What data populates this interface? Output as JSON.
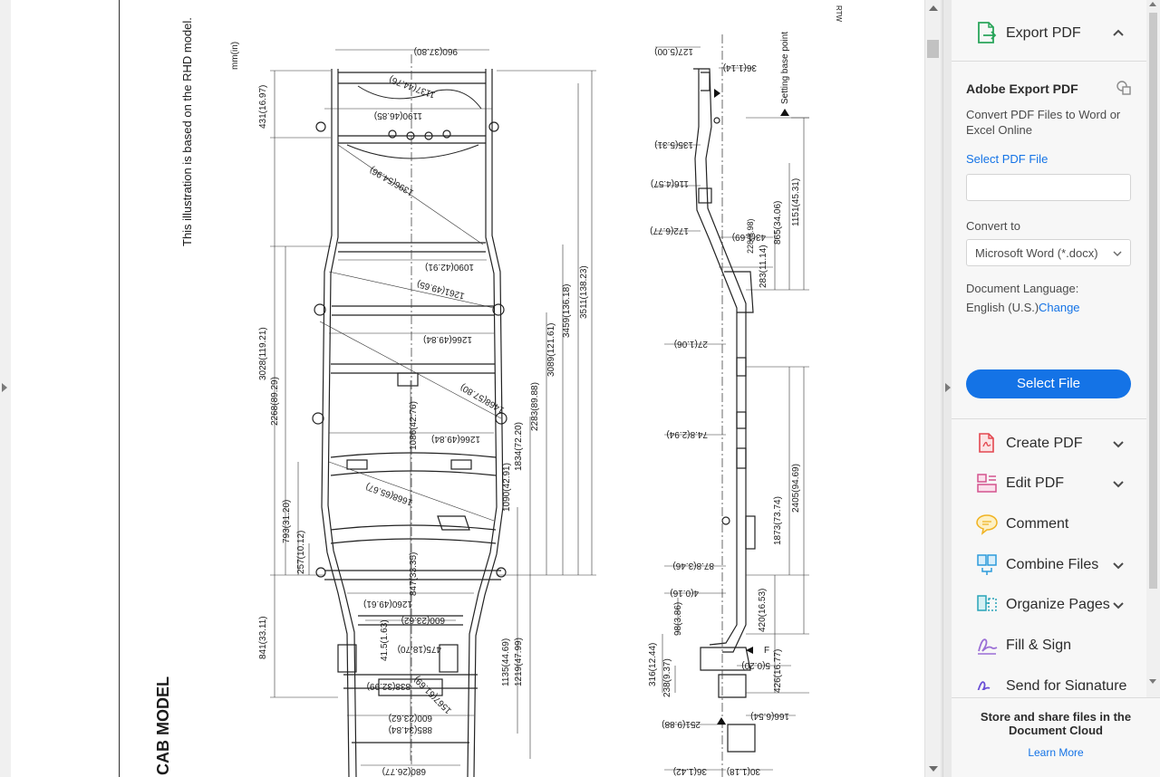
{
  "document": {
    "rtw_mark": "RTW",
    "note": "This illustration is based on the RHD model.",
    "units": "mm(in)",
    "title": "CAB MODEL",
    "setting_base_point": "Setting base point",
    "plan_labels": {
      "top_width": "960(37.80)",
      "d1137": "1137(44.76)",
      "d1190": "1190(46.85)",
      "d1396": "1396(54.96)",
      "d1090": "1090(42.91)",
      "d1261": "1261(49.65)",
      "d1266a": "1266(49.84)",
      "d1468": "1468(57.80)",
      "d1266b": "1266(49.84)",
      "d1668": "1668(65.67)",
      "d1260": "1260(49.61)",
      "d600a": "600(23.62)",
      "d41_5": "41.5(1.63)",
      "d475": "475(18.70)",
      "d838": "838(32.99)",
      "d1567": "1567(61.69)",
      "d600b": "600(23.62)",
      "d885": "885(34.84)",
      "d680": "680(26.77)",
      "v431": "431(16.97)",
      "v3028": "3028(119.21)",
      "v2268": "2268(89.29)",
      "v793": "793(31.20)",
      "v257": "257(10.12)",
      "v841": "841(33.11)",
      "v1086": "1086(42.76)",
      "v847": "847(33.35)",
      "v1090": "1090(42.91)",
      "v1834": "1834(72.20)",
      "v2283": "2283(89.88)",
      "v3089": "3089(121.61)",
      "v3459": "3459(136.18)",
      "v3511": "3511(138.23)",
      "v1135": "1135(44.69)",
      "v1219": "1219(47.99)"
    },
    "side_labels": {
      "h127": "127(5.00)",
      "h36": "36(1.14)",
      "h135": "135(5.31)",
      "h116": "116(4.57)",
      "h172": "172(6.77)",
      "h43": "43(1.69)",
      "h228": "228(8.98)",
      "h27": "27(1.06)",
      "h74": "74.8(2.94)",
      "h87": "87.8(3.46)",
      "h4": "4(0.16)",
      "h5": "5(0.20)",
      "h166": "166(6.54)",
      "h251": "251(9.88)",
      "h36b": "36(1.42)",
      "h30": "30(1.18)",
      "v1151": "1151(45.31)",
      "v865": "865(34.06)",
      "v283": "283(11.14)",
      "v2405": "2405(94.69)",
      "v1873": "1873(73.74)",
      "v420": "420(16.53)",
      "v426": "426(16.77)",
      "v98": "98(3.86)",
      "v316": "316(12.44)",
      "v238": "238(9.37)",
      "f_label": "F"
    }
  },
  "panel": {
    "export_header": "Export PDF",
    "adobe_export_title": "Adobe Export PDF",
    "convert_desc": "Convert PDF Files to Word or Excel Online",
    "select_pdf_link": "Select PDF File",
    "convert_to_label": "Convert to",
    "format_value": "Microsoft Word (*.docx)",
    "doc_lang_label": "Document Language:",
    "doc_lang_value": "English (U.S.)",
    "change_link": "Change",
    "select_file_button": "Select File",
    "tools": [
      {
        "label": "Create PDF",
        "icon": "create-pdf-icon",
        "color": "#e34850"
      },
      {
        "label": "Edit PDF",
        "icon": "edit-pdf-icon",
        "color": "#d4538e"
      },
      {
        "label": "Comment",
        "icon": "comment-icon",
        "color": "#f0b323"
      },
      {
        "label": "Combine Files",
        "icon": "combine-files-icon",
        "color": "#2d9cdb"
      },
      {
        "label": "Organize Pages",
        "icon": "organize-pages-icon",
        "color": "#28a4b8"
      },
      {
        "label": "Fill & Sign",
        "icon": "fill-sign-icon",
        "color": "#9b6fd6"
      },
      {
        "label": "Send for Signature",
        "icon": "send-signature-icon",
        "color": "#6a4fd6"
      }
    ],
    "cloud_promo": "Store and share files in the Document Cloud",
    "learn_more": "Learn More",
    "accent_color": "#1473e6"
  }
}
